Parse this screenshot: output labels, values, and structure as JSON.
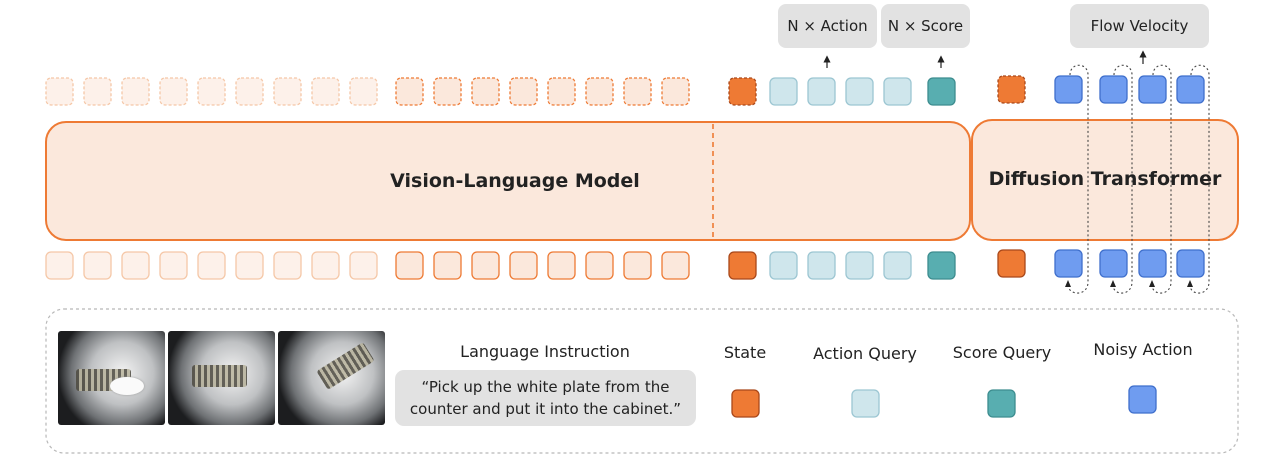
{
  "labels": {
    "vlm": "Vision-Language Model",
    "dit": "Diffusion Transformer",
    "n_action": "N × Action",
    "n_score": "N × Score",
    "flow_velocity": "Flow Velocity"
  },
  "legend": {
    "language_instruction": "Language Instruction",
    "instruction_line1": "“Pick up the white plate from the",
    "instruction_line2": "counter and put it into the cabinet.”",
    "state": "State",
    "action_query": "Action Query",
    "score_query": "Score Query",
    "noisy_action": "Noisy Action"
  },
  "colors": {
    "orange": "#ee7a34",
    "orange_fill": "#fbe8dc",
    "orange_light": "#fdf1ea",
    "action_query": "#cfe6ec",
    "score_query": "#58aeb0",
    "noisy_action": "#6f9cf0"
  }
}
